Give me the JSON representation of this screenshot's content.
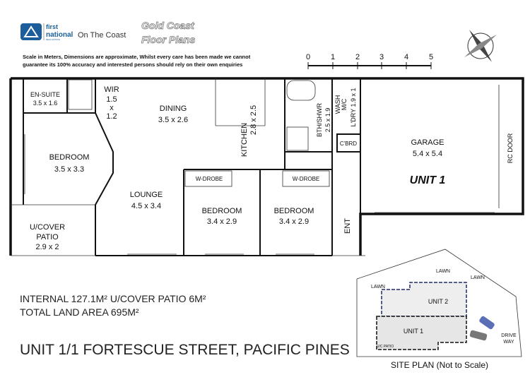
{
  "header": {
    "brand_first": "first",
    "brand_national": "national",
    "brand_sub": "REAL ESTATE",
    "office": "On The Coast",
    "title_line1": "Gold Coast",
    "title_line2": "Floor Plans",
    "disclaimer_line1": "Scale in Meters, Dimensions are approximate, Whilst every care has been made we cannot",
    "disclaimer_line2": "guarantee its 100% accuracy and interested persons should rely on their own enquiries",
    "scale_ticks": [
      "0",
      "1",
      "2",
      "3",
      "4",
      "5"
    ],
    "compass_icon": "compass-rose-icon",
    "brand_color": "#1b5e9b"
  },
  "rooms": {
    "ensuite": {
      "name": "EN-SUITE",
      "dim": "3.5 x 1.6"
    },
    "wir": {
      "name": "WIR",
      "dim1": "1.5",
      "x": "x",
      "dim2": "1.2"
    },
    "bedroom1": {
      "name": "BEDROOM",
      "dim": "3.5 x 3.3"
    },
    "dining": {
      "name": "DINING",
      "dim": "3.5 x 2.6"
    },
    "kitchen": {
      "name": "KITCHEN",
      "dim": "2.8 x 2.5"
    },
    "bath": {
      "name": "BTH/SHWR",
      "dim": "2.5 x 1.9"
    },
    "wash": {
      "name": "WASH",
      "sub": "M/C"
    },
    "laundry": {
      "name": "L'DRY 1.9 x 1"
    },
    "cbrd": {
      "name": "C'BRD"
    },
    "garage": {
      "name": "GARAGE",
      "dim": "5.4 x 5.4",
      "unit": "UNIT 1",
      "door": "RC DOOR"
    },
    "lounge": {
      "name": "LOUNGE",
      "dim": "4.5 x 3.4"
    },
    "bedroom2": {
      "name": "BEDROOM",
      "dim": "3.4 x 2.9",
      "robe": "W-DROBE"
    },
    "bedroom3": {
      "name": "BEDROOM",
      "dim": "3.4 x 2.9",
      "robe": "W-DROBE"
    },
    "patio": {
      "name1": "U/COVER",
      "name2": "PATIO",
      "dim": "2.9 x 2"
    },
    "entry": {
      "name": "ENT"
    }
  },
  "summary": {
    "internal": "INTERNAL 127.1M² U/COVER PATIO 6M²",
    "land": "TOTAL LAND AREA 695M²",
    "address": "UNIT 1/1 FORTESCUE STREET, PACIFIC PINES"
  },
  "site_plan": {
    "title": "SITE PLAN (Not to Scale)",
    "lawn": "LAWN",
    "unit1": "UNIT 1",
    "unit2": "UNIT 2",
    "uc_patio": "U/C PATIO",
    "drive1": "DRIVE",
    "drive2": "WAY",
    "unit2_color": "#1f2a6b"
  }
}
